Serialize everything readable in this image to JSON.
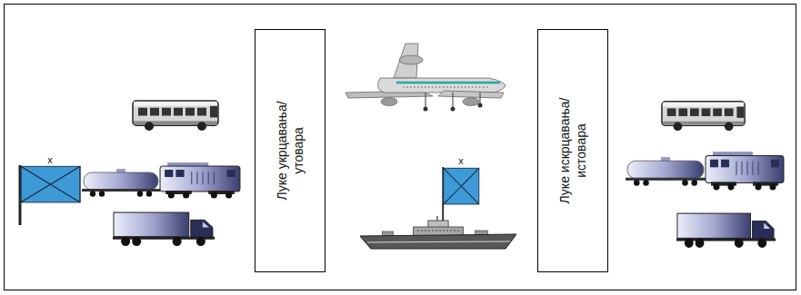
{
  "diagram": {
    "nodes": [
      {
        "text": [
          "Луке укрцавања/утовара"
        ]
      },
      {
        "text": [
          "Луке искрцавања/истовара"
        ]
      }
    ],
    "labels": [
      "x",
      "x"
    ]
  }
}
